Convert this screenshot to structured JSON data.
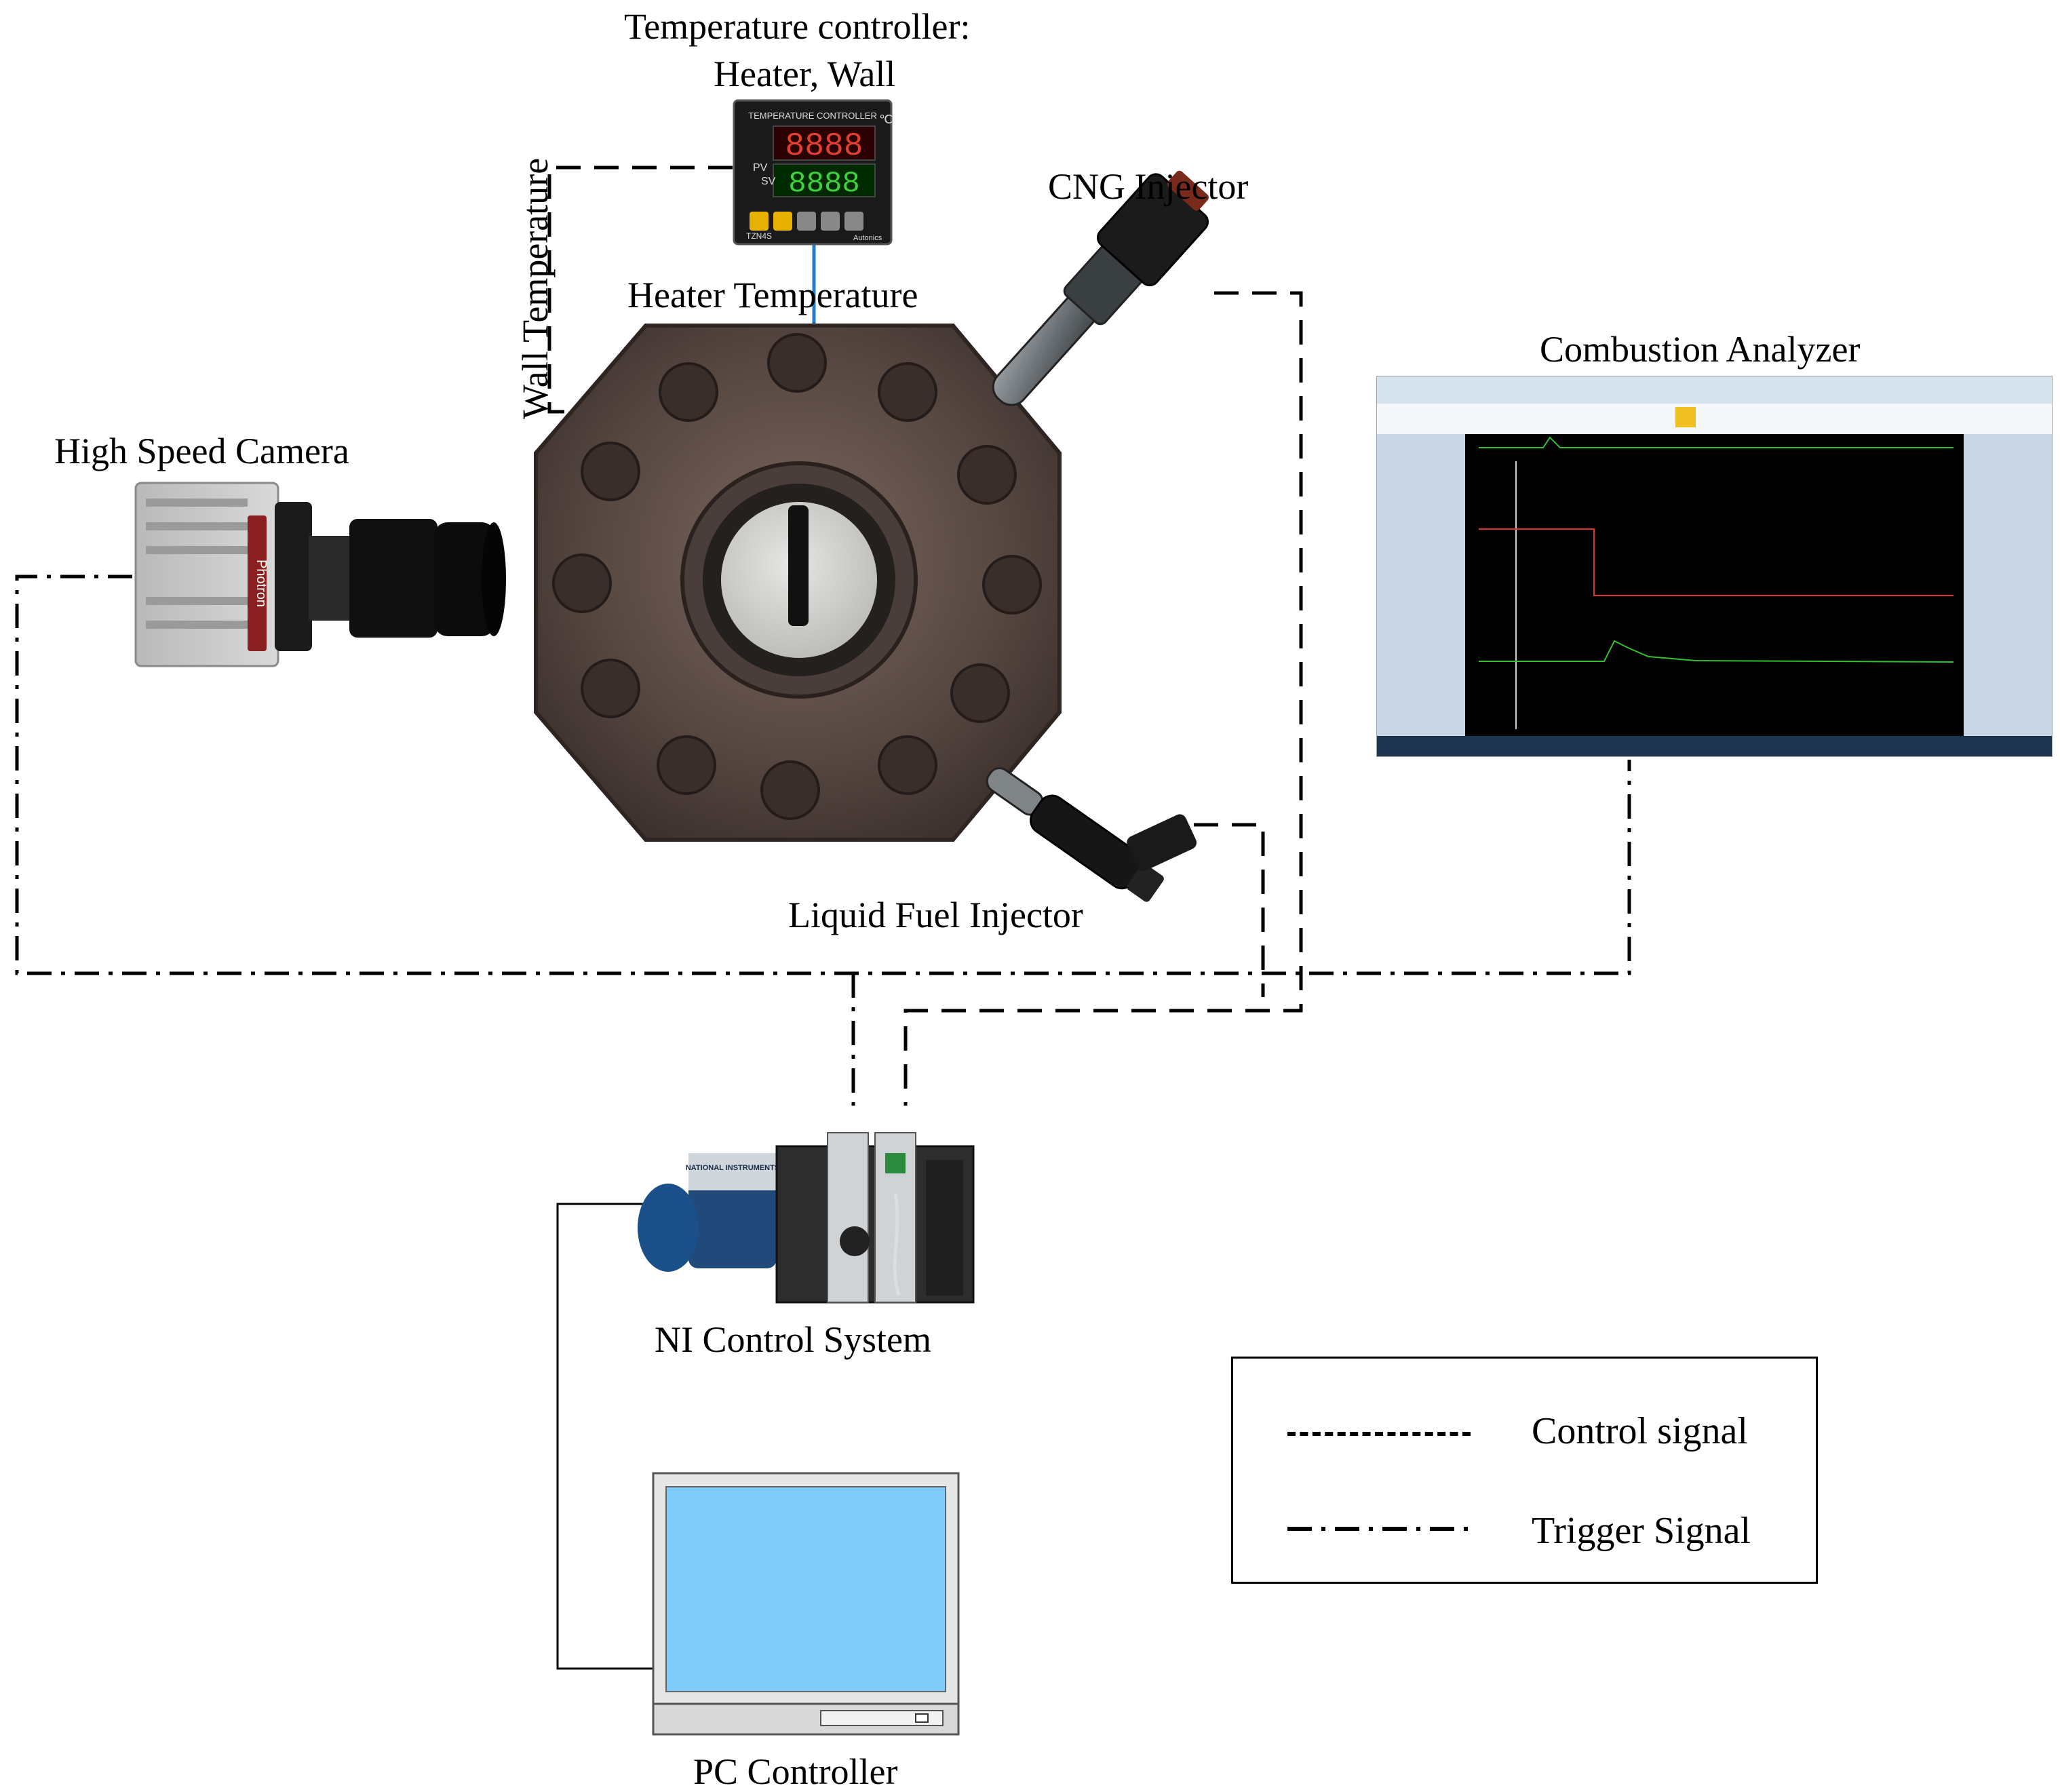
{
  "labels": {
    "temp_controller_line1": "Temperature controller:",
    "temp_controller_line2": "Heater, Wall",
    "wall_temperature": "Wall Temperature",
    "heater_temperature": "Heater Temperature",
    "cng_injector": "CNG Injector",
    "combustion_analyzer": "Combustion Analyzer",
    "high_speed_camera": "High Speed Camera",
    "liquid_fuel_injector": "Liquid Fuel Injector",
    "ni_control_system": "NI Control System",
    "pc_controller": "PC Controller"
  },
  "legend": {
    "control_signal": "Control signal",
    "trigger_signal": "Trigger Signal"
  },
  "device_text": {
    "temp_panel_title": "TEMPERATURE CONTROLLER",
    "temp_pv": "PV",
    "temp_sv": "SV",
    "temp_digits_pv": "8888",
    "temp_digits_sv": "8888",
    "temp_unit": "℃",
    "temp_brand": "Autonics",
    "temp_model": "TZN4S",
    "camera_brand": "Photron",
    "ni_brand": "NATIONAL INSTRUMENTS"
  },
  "colors": {
    "control_line": "#000000",
    "heater_link": "#1f7fd0",
    "pc_screen": "#7fcbfa",
    "steel": "#5a4a44",
    "analyzer_bg": "#000000",
    "analyzer_red": "#e03030",
    "analyzer_green": "#30c030"
  }
}
